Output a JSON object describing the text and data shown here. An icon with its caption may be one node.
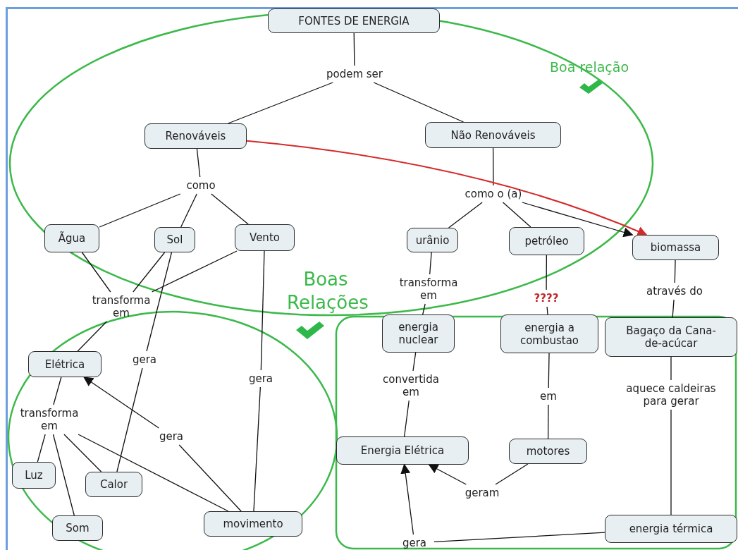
{
  "diagram": {
    "nodes": [
      {
        "text": [
          "FONTES DE ENERGIA"
        ]
      },
      {
        "text": [
          "podem ser"
        ]
      },
      {
        "text": [
          "Renováveis"
        ]
      },
      {
        "text": [
          "Não Renováveis"
        ]
      },
      {
        "text": [
          "como"
        ]
      },
      {
        "text": [
          "como o (a)"
        ]
      },
      {
        "text": [
          "Ãgua"
        ]
      },
      {
        "text": [
          "Sol"
        ]
      },
      {
        "text": [
          "Vento"
        ]
      },
      {
        "text": [
          "urânio"
        ]
      },
      {
        "text": [
          "petróleo"
        ]
      },
      {
        "text": [
          "biomassa"
        ]
      },
      {
        "text": [
          "transforma em"
        ]
      },
      {
        "text": [
          "transforma em"
        ]
      },
      {
        "text": [
          "????"
        ]
      },
      {
        "text": [
          "através do"
        ]
      },
      {
        "text": [
          "Elétrica"
        ]
      },
      {
        "text": [
          "energia nuclear"
        ]
      },
      {
        "text": [
          "energia a combustao"
        ]
      },
      {
        "text": [
          "Bagaço da Cana-de-acúcar"
        ]
      },
      {
        "text": [
          "gera"
        ]
      },
      {
        "text": [
          "gera"
        ]
      },
      {
        "text": [
          "convertida em"
        ]
      },
      {
        "text": [
          "em"
        ]
      },
      {
        "text": [
          "aquece caldeiras para gerar"
        ]
      },
      {
        "text": [
          "transforma em"
        ]
      },
      {
        "text": [
          "gera"
        ]
      },
      {
        "text": [
          "Energia Elétrica"
        ]
      },
      {
        "text": [
          "motores"
        ]
      },
      {
        "text": [
          "Luz"
        ]
      },
      {
        "text": [
          "Calor"
        ]
      },
      {
        "text": [
          "geram"
        ]
      },
      {
        "text": [
          "Som"
        ]
      },
      {
        "text": [
          "movimento"
        ]
      },
      {
        "text": [
          "energia térmica"
        ]
      },
      {
        "text": [
          "gera"
        ]
      }
    ],
    "edges": [
      {
        "from": 0,
        "to": 1,
        "arrow": "none"
      },
      {
        "from": 1,
        "to": 2,
        "arrow": "none"
      },
      {
        "from": 1,
        "to": 3,
        "arrow": "none"
      },
      {
        "from": 2,
        "to": 4,
        "arrow": "none"
      },
      {
        "from": 4,
        "to": 6,
        "arrow": "none"
      },
      {
        "from": 4,
        "to": 7,
        "arrow": "none"
      },
      {
        "from": 4,
        "to": 8,
        "arrow": "none"
      },
      {
        "from": 3,
        "to": 5,
        "arrow": "none"
      },
      {
        "from": 5,
        "to": 9,
        "arrow": "none"
      },
      {
        "from": 5,
        "to": 10,
        "arrow": "none"
      },
      {
        "from": 5,
        "to": 11,
        "arrow": "to"
      },
      {
        "from": 2,
        "to": 11,
        "arrow": "to",
        "color": "#d42a2a"
      },
      {
        "from": 6,
        "to": 12,
        "arrow": "none"
      },
      {
        "from": 7,
        "to": 12,
        "arrow": "none"
      },
      {
        "from": 8,
        "to": 12,
        "arrow": "none"
      },
      {
        "from": 12,
        "to": 16,
        "arrow": "none"
      },
      {
        "from": 9,
        "to": 13,
        "arrow": "none"
      },
      {
        "from": 13,
        "to": 17,
        "arrow": "none"
      },
      {
        "from": 10,
        "to": 14,
        "arrow": "none"
      },
      {
        "from": 14,
        "to": 18,
        "arrow": "none"
      },
      {
        "from": 11,
        "to": 15,
        "arrow": "none"
      },
      {
        "from": 15,
        "to": 19,
        "arrow": "none"
      },
      {
        "from": 7,
        "to": 20,
        "arrow": "none"
      },
      {
        "from": 20,
        "to": 30,
        "arrow": "none"
      },
      {
        "from": 8,
        "to": 21,
        "arrow": "none"
      },
      {
        "from": 21,
        "to": 33,
        "arrow": "none"
      },
      {
        "from": 17,
        "to": 22,
        "arrow": "none"
      },
      {
        "from": 22,
        "to": 27,
        "arrow": "none"
      },
      {
        "from": 18,
        "to": 23,
        "arrow": "none"
      },
      {
        "from": 23,
        "to": 28,
        "arrow": "none"
      },
      {
        "from": 19,
        "to": 24,
        "arrow": "none"
      },
      {
        "from": 24,
        "to": 34,
        "arrow": "none"
      },
      {
        "from": 16,
        "to": 25,
        "arrow": "none"
      },
      {
        "from": 25,
        "to": 29,
        "arrow": "none"
      },
      {
        "from": 25,
        "to": 32,
        "arrow": "none"
      },
      {
        "from": 25,
        "to": 30,
        "arrow": "none"
      },
      {
        "from": 25,
        "to": 33,
        "arrow": "none"
      },
      {
        "from": 33,
        "to": 26,
        "arrow": "none"
      },
      {
        "from": 26,
        "to": 16,
        "arrow": "to"
      },
      {
        "from": 28,
        "to": 31,
        "arrow": "none"
      },
      {
        "from": 31,
        "to": 27,
        "arrow": "to"
      },
      {
        "from": 34,
        "to": 35,
        "arrow": "none"
      },
      {
        "from": 35,
        "to": 27,
        "arrow": "to"
      }
    ],
    "labels": [
      "Boa relação",
      "Boas Relações"
    ]
  }
}
